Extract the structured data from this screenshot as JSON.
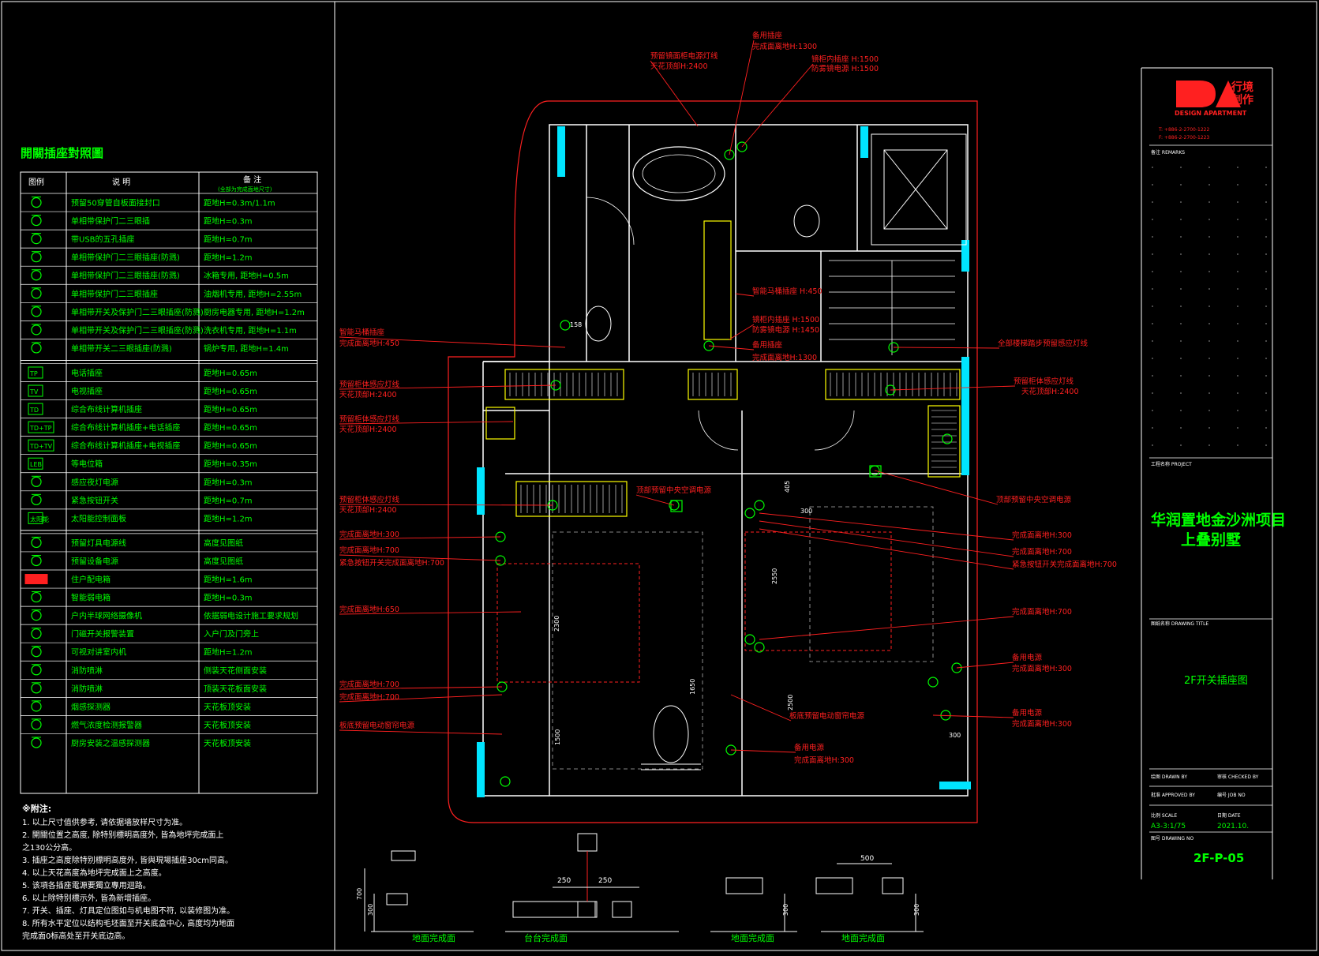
{
  "legend": {
    "title": "開關插座對照圖",
    "headers": [
      "图例",
      "说    明",
      "备   注"
    ],
    "header_sub": "(全部为完成面地尺寸)",
    "rows": [
      {
        "icon": "tv-socket-icon",
        "desc": "预留50穿管自板面接封口",
        "note": "距地H=0.3m/1.1m"
      },
      {
        "icon": "socket-icon",
        "desc": "单相带保护门二三眼插",
        "note": "距地H=0.3m"
      },
      {
        "icon": "usb-socket-icon",
        "desc": "带USB的五孔插座",
        "note": "距地H=0.7m"
      },
      {
        "icon": "socket-icon",
        "desc": "单相带保护门二三眼插座(防溅)",
        "note": "距地H=1.2m"
      },
      {
        "icon": "socket-icon",
        "desc": "单相带保护门二三眼插座(防溅)",
        "note": "冰箱专用, 距地H=0.5m"
      },
      {
        "icon": "socket-icon",
        "desc": "单相带保护门二三眼插座",
        "note": "油烟机专用, 距地H=2.55m"
      },
      {
        "icon": "socket-icon",
        "desc": "单相带开关及保护门二三眼插座(防溅)",
        "note": "厨房电器专用, 距地H=1.2m"
      },
      {
        "icon": "socket-icon",
        "desc": "单相带开关及保护门二三眼插座(防溅)",
        "note": "洗衣机专用, 距地H=1.1m"
      },
      {
        "icon": "socket-icon",
        "desc": "单相带开关二三眼插座(防溅)",
        "note": "锅炉专用, 距地H=1.4m"
      },
      {
        "icon": "tp-icon",
        "label": "TP",
        "desc": "电话插座",
        "note": "距地H=0.65m"
      },
      {
        "icon": "tv-icon",
        "label": "TV",
        "desc": "电视插座",
        "note": "距地H=0.65m"
      },
      {
        "icon": "td-icon",
        "label": "TD",
        "desc": "综合布线计算机插座",
        "note": "距地H=0.65m"
      },
      {
        "icon": "td-tp-icon",
        "label": "TD+TP",
        "desc": "综合布线计算机插座+电话插座",
        "note": "距地H=0.65m"
      },
      {
        "icon": "td-tv-icon",
        "label": "TD+TV",
        "desc": "综合布线计算机插座+电视插座",
        "note": "距地H=0.65m"
      },
      {
        "icon": "leb-icon",
        "label": "LEB",
        "desc": "等电位箱",
        "note": "距地H=0.35m"
      },
      {
        "icon": "socket-icon",
        "desc": "感应夜灯电源",
        "note": "距地H=0.3m"
      },
      {
        "icon": "button-icon",
        "desc": "紧急按钮开关",
        "note": "距地H=0.7m"
      },
      {
        "icon": "solar-icon",
        "label": "太阳能",
        "desc": "太阳能控制面板",
        "note": "距地H=1.2m"
      },
      {
        "icon": "lamp-icon",
        "desc": "预留灯具电源线",
        "note": "高度见图纸"
      },
      {
        "icon": "equip-icon",
        "desc": "预留设备电源",
        "note": "高度见图纸"
      },
      {
        "icon": "panel-icon",
        "desc": "住户配电箱",
        "note": "距地H=1.6m"
      },
      {
        "icon": "weak-box-icon",
        "desc": "智能弱电箱",
        "note": "距地H=0.3m"
      },
      {
        "icon": "camera-icon",
        "desc": "户内半球网络摄像机",
        "note": "依据弱电设计施工要求规划"
      },
      {
        "icon": "door-icon",
        "desc": "门磁开关报警装置",
        "note": "入户门及门旁上"
      },
      {
        "icon": "intercom-icon",
        "desc": "可视对讲室内机",
        "note": "距地H=1.2m"
      },
      {
        "icon": "sprinkler-icon",
        "desc": "消防喷淋",
        "note": "侧装天花侧面安装"
      },
      {
        "icon": "sprinkler2-icon",
        "desc": "消防喷淋",
        "note": "顶装天花板面安装"
      },
      {
        "icon": "smoke-icon",
        "desc": "烟感探测器",
        "note": "天花板顶安装"
      },
      {
        "icon": "gas-icon",
        "desc": "燃气浓度检测报警器",
        "note": "天花板顶安装"
      },
      {
        "icon": "heat-icon",
        "desc": "厨房安装之温感探测器",
        "note": "天花板顶安装"
      }
    ],
    "notes_title": "※附注:",
    "notes": [
      "1. 以上尺寸值供参考, 请依据墙放样尺寸为准。",
      "2. 開關位置之高度, 除特别標明高度外, 皆為地坪完成面上",
      "   之130公分高。",
      "3. 插座之高度除特别標明高度外, 皆與現場插座30cm同高。",
      "4. 以上天花高度為地坪完成面上之高度。",
      "5. 该項各插座電源要獨立專用迴路。",
      "6. 以上除特别標示外, 皆為新增插座。",
      "7. 开关、插座、灯具定位图如与机电图不符, 以装修图为准。",
      "8. 所有水平定位以结构毛坯面至开关底盒中心, 高度均为地面",
      "完成面0标高处至开关底边高。"
    ]
  },
  "plan": {
    "labels": [
      {
        "t": "备用插座",
        "c": "r"
      },
      {
        "t": "完成面离地H:1300",
        "c": "r"
      },
      {
        "t": "预留镜面柜电源灯线",
        "c": "r"
      },
      {
        "t": "天花顶部H:2400",
        "c": "r"
      },
      {
        "t": "镜柜内插座 H:1500",
        "c": "r"
      },
      {
        "t": "防雾镜电源 H:1500",
        "c": "r"
      },
      {
        "t": "智能马桶插座 H:450",
        "c": "r"
      },
      {
        "t": "镜柜内插座 H:1500",
        "c": "r"
      },
      {
        "t": "防雾镜电源 H:1450",
        "c": "r"
      },
      {
        "t": "备用插座",
        "c": "r"
      },
      {
        "t": "完成面离地H:1300",
        "c": "r"
      },
      {
        "t": "智能马桶插座",
        "c": "r"
      },
      {
        "t": "完成面离地H:450",
        "c": "r"
      },
      {
        "t": "全部楼梯踏步预留感应灯线",
        "c": "r"
      },
      {
        "t": "预留柜体感应灯线",
        "c": "r"
      },
      {
        "t": "天花顶部H:2400",
        "c": "r"
      },
      {
        "t": "预留柜体感应灯线",
        "c": "r"
      },
      {
        "t": "天花顶部H:2400",
        "c": "r"
      },
      {
        "t": "预留柜体感应灯线",
        "c": "r"
      },
      {
        "t": "天花顶部H:2400",
        "c": "r"
      },
      {
        "t": "预留柜体感应灯线",
        "c": "r"
      },
      {
        "t": "天花顶部H:2400",
        "c": "r"
      },
      {
        "t": "顶部预留中央空调电源",
        "c": "r"
      },
      {
        "t": "顶部预留中央空调电源",
        "c": "r"
      },
      {
        "t": "完成面离地H:300",
        "c": "r"
      },
      {
        "t": "完成面离地H:700",
        "c": "r"
      },
      {
        "t": "紧急按钮开关完成面离地H:700",
        "c": "r"
      },
      {
        "t": "完成面离地H:300",
        "c": "r"
      },
      {
        "t": "完成面离地H:700",
        "c": "r"
      },
      {
        "t": "紧急按钮开关完成面离地H:700",
        "c": "r"
      },
      {
        "t": "完成面离地H:650",
        "c": "r"
      },
      {
        "t": "完成面离地H:700",
        "c": "r"
      },
      {
        "t": "备用电源",
        "c": "r"
      },
      {
        "t": "完成面离地H:300",
        "c": "r"
      },
      {
        "t": "完成面离地H:700",
        "c": "r"
      },
      {
        "t": "完成面离地H:700",
        "c": "r"
      },
      {
        "t": "板底预留电动窗帘电源",
        "c": "r"
      },
      {
        "t": "板底预留电动窗帘电源",
        "c": "r"
      },
      {
        "t": "备用电源",
        "c": "r"
      },
      {
        "t": "完成面离地H:300",
        "c": "r"
      },
      {
        "t": "备用电源",
        "c": "r"
      },
      {
        "t": "完成面离地H:300",
        "c": "r"
      }
    ],
    "dims": [
      "405",
      "1500",
      "2550",
      "2300",
      "1650",
      "300",
      "158",
      "300",
      "2500"
    ]
  },
  "elevations": {
    "labels": [
      "地面完成面",
      "台台完成面",
      "地面完成面",
      "地面完成面"
    ],
    "dims": [
      "250",
      "250",
      "500",
      "700",
      "300",
      "300",
      "300"
    ]
  },
  "titleblock": {
    "logo_cn_1": "行境",
    "logo_cn_2": "制作",
    "logo_en": "DESIGN APARTMENT",
    "contact_1": "T: +886-2-2700-1222",
    "contact_2": "F: +886-2-2700-1223",
    "remarks": "备注 REMARKS",
    "project_label": "工程名称 PROJECT",
    "project_name_1": "华润置地金沙洲项目",
    "project_name_2": "上叠别墅",
    "drawing_title_label": "图纸名称 DRAWING TITLE",
    "drawing_title": "2F开关插座图",
    "drawn_by": "绘图 DRAWN BY",
    "checked_by": "审核 CHECKED BY",
    "approved_by": "批准 APPROVED BY",
    "job_no": "编号 JOB NO",
    "scale_label": "比例 SCALE",
    "scale": "A3-3:1/75",
    "date_label": "日期 DATE",
    "date": "2021.10.",
    "drawing_no_label": "图号 DRAWING NO",
    "drawing_no": "2F-P-05"
  },
  "colors": {
    "background": "#000000",
    "legend_text": "#00ff00",
    "annotation": "#ff2020",
    "wall": "#ffffff",
    "glass": "#00e5ff",
    "furniture": "#ffff00",
    "brand": "#ff2020"
  }
}
